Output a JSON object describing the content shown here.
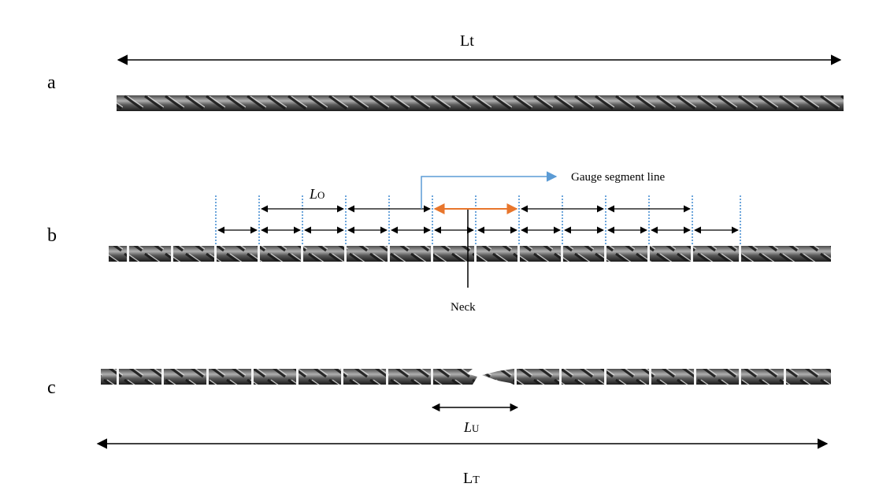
{
  "panels": {
    "a": {
      "label": "a",
      "length_label": "Lt"
    },
    "b": {
      "label": "b",
      "lo_label_main": "L",
      "lo_label_sub": "O",
      "gauge_label": "Gauge segment line",
      "neck_label": "Neck"
    },
    "c": {
      "label": "c",
      "lu_label_main": "L",
      "lu_label_sub": "U",
      "total_main": "L",
      "total_sub": "T"
    }
  },
  "colors": {
    "bar_dark": "#2a2a2a",
    "bar_light": "#9a9a9a",
    "arrow": "#000000",
    "gauge_line": "#1f77c8",
    "orange_segment": "#e8762c",
    "gauge_callout": "#5b9bd5"
  }
}
